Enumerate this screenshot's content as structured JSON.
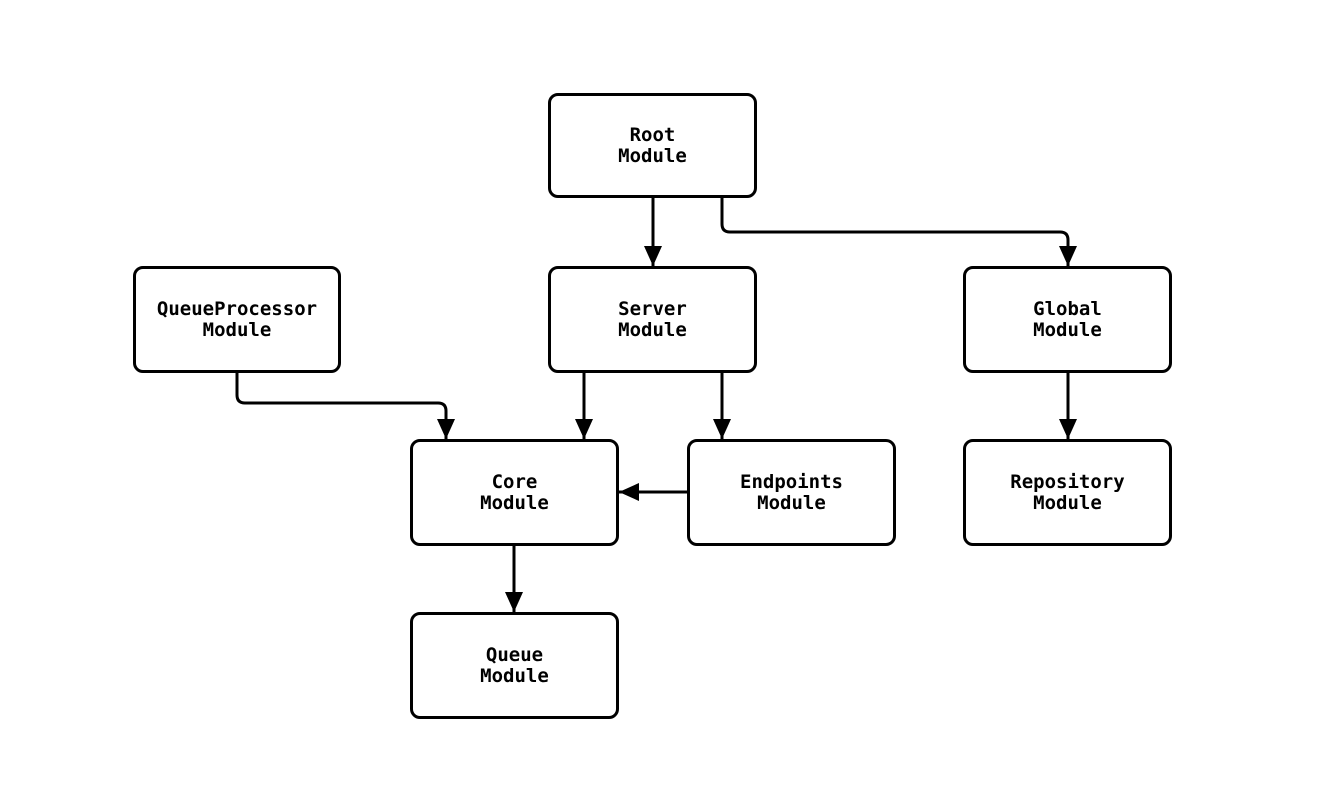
{
  "diagram": {
    "type": "module-dependency-diagram",
    "background_color": "#ffffff",
    "node_fill_color": "#ffffff",
    "node_border_color": "#000000",
    "edge_color": "#000000",
    "nodes": {
      "root": {
        "line1": "Root",
        "line2": "Module"
      },
      "queueprocessor": {
        "line1": "QueueProcessor",
        "line2": "Module"
      },
      "server": {
        "line1": "Server",
        "line2": "Module"
      },
      "global": {
        "line1": "Global",
        "line2": "Module"
      },
      "core": {
        "line1": "Core",
        "line2": "Module"
      },
      "endpoints": {
        "line1": "Endpoints",
        "line2": "Module"
      },
      "repository": {
        "line1": "Repository",
        "line2": "Module"
      },
      "queue": {
        "line1": "Queue",
        "line2": "Module"
      }
    },
    "edges": [
      {
        "from": "Root Module",
        "to": "Server Module"
      },
      {
        "from": "Root Module",
        "to": "Global Module"
      },
      {
        "from": "QueueProcessor Module",
        "to": "Core Module"
      },
      {
        "from": "Server Module",
        "to": "Core Module"
      },
      {
        "from": "Server Module",
        "to": "Endpoints Module"
      },
      {
        "from": "Endpoints Module",
        "to": "Core Module"
      },
      {
        "from": "Core Module",
        "to": "Queue Module"
      },
      {
        "from": "Global Module",
        "to": "Repository Module"
      }
    ]
  }
}
